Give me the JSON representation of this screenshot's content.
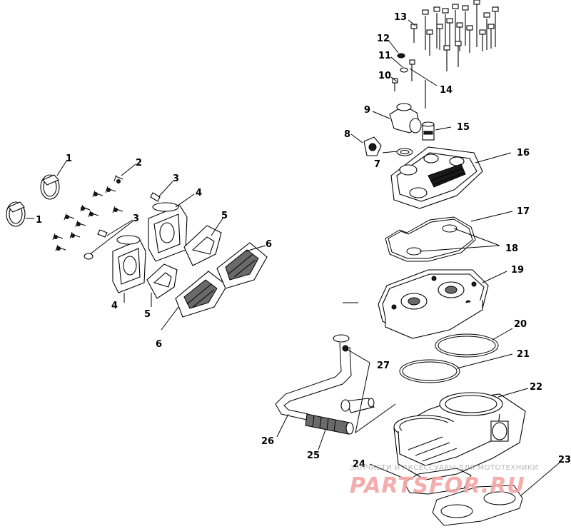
{
  "callouts": {
    "c1a": "1",
    "c1b": "1",
    "c2": "2",
    "c3a": "3",
    "c3b": "3",
    "c4a": "4",
    "c4b": "4",
    "c5a": "5",
    "c5b": "5",
    "c6a": "6",
    "c6b": "6",
    "c7": "7",
    "c8": "8",
    "c9": "9",
    "c10": "10",
    "c11": "11",
    "c12": "12",
    "c13": "13",
    "c14": "14",
    "c15": "15",
    "c16": "16",
    "c17": "17",
    "c18": "18",
    "c19": "19",
    "c20": "20",
    "c21": "21",
    "c22": "22",
    "c23": "23",
    "c24": "24",
    "c25": "25",
    "c26": "26",
    "c27": "27"
  },
  "watermark": {
    "caption": "ЗАПЧАСТИ И АКСЕССУАРЫ ДЛЯ МОТОТЕХНИКИ",
    "logo": "PARTSFOR.RU"
  }
}
